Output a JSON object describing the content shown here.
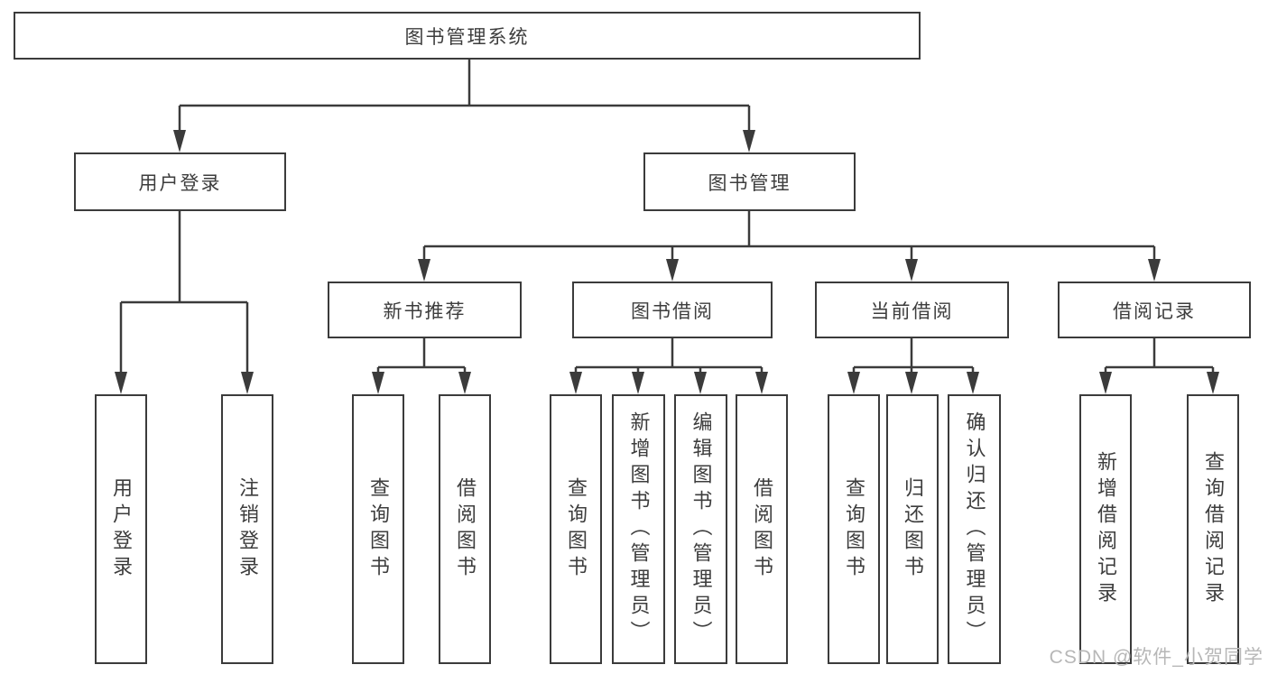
{
  "tree": {
    "root": {
      "label": "图书管理系统",
      "children": [
        {
          "label": "用户登录",
          "children": [
            {
              "label": "用户登录"
            },
            {
              "label": "注销登录"
            }
          ]
        },
        {
          "label": "图书管理",
          "children": [
            {
              "label": "新书推荐",
              "children": [
                {
                  "label": "查询图书"
                },
                {
                  "label": "借阅图书"
                }
              ]
            },
            {
              "label": "图书借阅",
              "children": [
                {
                  "label": "查询图书"
                },
                {
                  "label": "新增图书（管理员）"
                },
                {
                  "label": "编辑图书（管理员）"
                },
                {
                  "label": "借阅图书"
                }
              ]
            },
            {
              "label": "当前借阅",
              "children": [
                {
                  "label": "查询图书"
                },
                {
                  "label": "归还图书"
                },
                {
                  "label": "确认归还（管理员）"
                }
              ]
            },
            {
              "label": "借阅记录",
              "children": [
                {
                  "label": "新增借阅记录"
                },
                {
                  "label": "查询借阅记录"
                }
              ]
            }
          ]
        }
      ]
    }
  },
  "watermark": "CSDN @软件_小贺同学",
  "colors": {
    "line": "#3b3b3b",
    "text": "#3d3d3d",
    "watermark": "#b7b7b7",
    "background": "#ffffff"
  }
}
